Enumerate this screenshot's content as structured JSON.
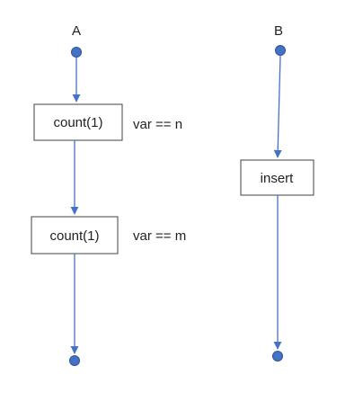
{
  "lanes": {
    "a": {
      "label": "A"
    },
    "b": {
      "label": "B"
    }
  },
  "boxes": {
    "a1": {
      "label": "count(1)",
      "annotation": "var == n"
    },
    "a2": {
      "label": "count(1)",
      "annotation": "var == m"
    },
    "b1": {
      "label": "insert"
    }
  },
  "colors": {
    "edge": "#4472c4",
    "node": "#4472c4",
    "box_border": "#404040",
    "text": "#222222"
  }
}
